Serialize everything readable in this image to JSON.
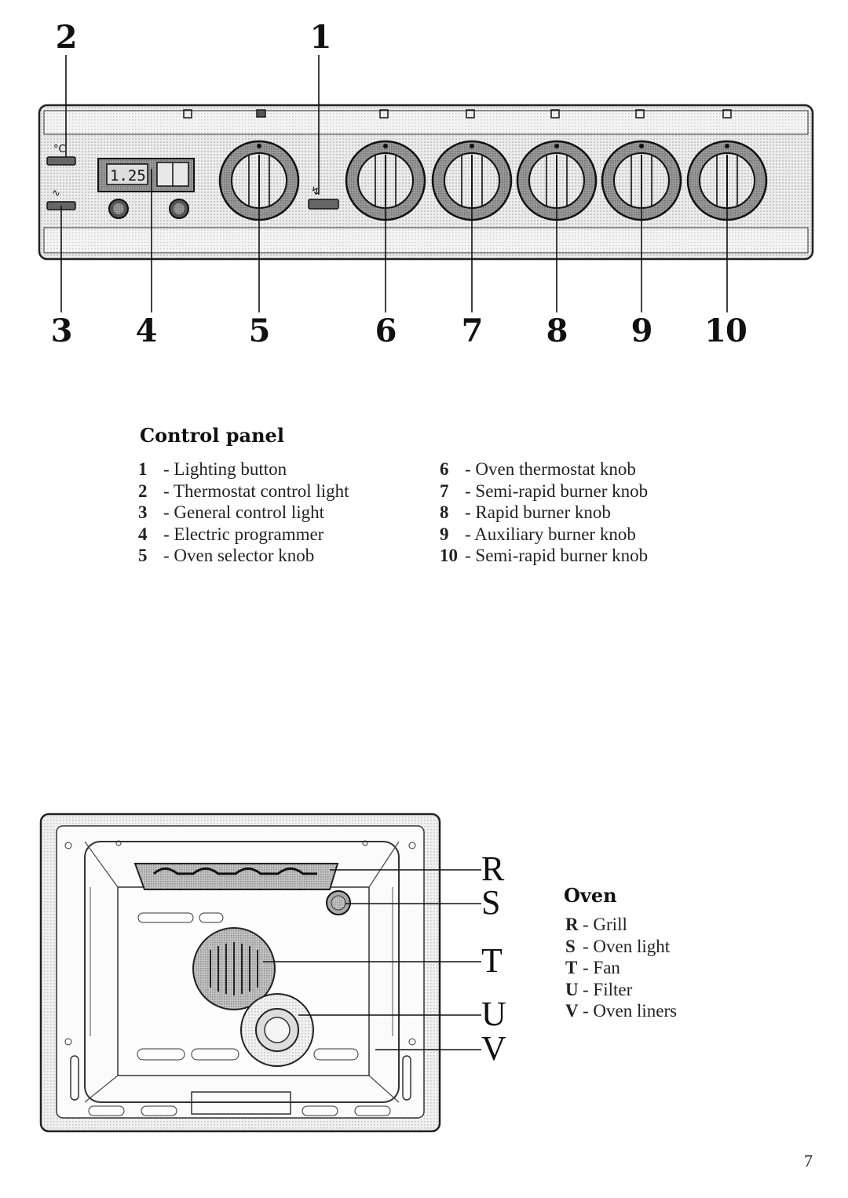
{
  "control_panel": {
    "title": "Control panel",
    "display_text": "1.25",
    "callouts": [
      "1",
      "2",
      "3",
      "4",
      "5",
      "6",
      "7",
      "8",
      "9",
      "10"
    ],
    "legend_left": [
      {
        "num": "1",
        "text": "- Lighting button"
      },
      {
        "num": "2",
        "text": "- Thermostat control light"
      },
      {
        "num": "3",
        "text": "- General control light"
      },
      {
        "num": "4",
        "text": "- Electric programmer"
      },
      {
        "num": "5",
        "text": "- Oven selector knob"
      }
    ],
    "legend_right": [
      {
        "num": "6",
        "text": "- Oven thermostat knob"
      },
      {
        "num": "7",
        "text": "- Semi-rapid burner knob"
      },
      {
        "num": "8",
        "text": "- Rapid burner knob"
      },
      {
        "num": "9",
        "text": "- Auxiliary burner knob"
      },
      {
        "num": "10",
        "text": "- Semi-rapid burner knob"
      }
    ]
  },
  "oven": {
    "title": "Oven",
    "callouts": [
      "R",
      "S",
      "T",
      "U",
      "V"
    ],
    "legend": [
      {
        "num": "R",
        "text": "- Grill"
      },
      {
        "num": "S",
        "text": "- Oven light"
      },
      {
        "num": "T",
        "text": "- Fan"
      },
      {
        "num": "U",
        "text": "- Filter"
      },
      {
        "num": "V",
        "text": "- Oven liners"
      }
    ]
  },
  "page_number": "7"
}
